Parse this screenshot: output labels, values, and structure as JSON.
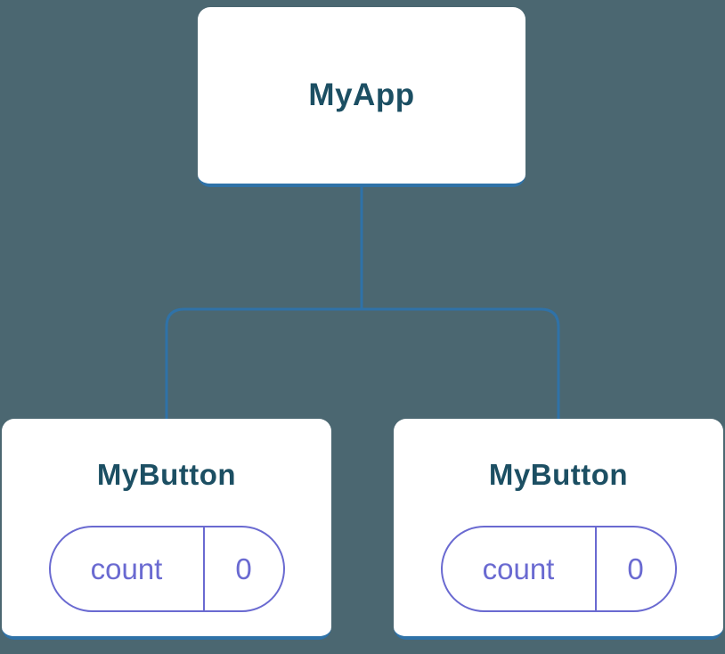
{
  "diagram": {
    "root": {
      "title": "MyApp"
    },
    "children": [
      {
        "title": "MyButton",
        "state": {
          "key": "count",
          "value": "0"
        }
      },
      {
        "title": "MyButton",
        "state": {
          "key": "count",
          "value": "0"
        }
      }
    ],
    "colors": {
      "background": "#4b6771",
      "connector": "#2f72a8",
      "card_bg": "#ffffff",
      "title_text": "#1c4f63",
      "state_accent": "#6a6ad1"
    }
  }
}
